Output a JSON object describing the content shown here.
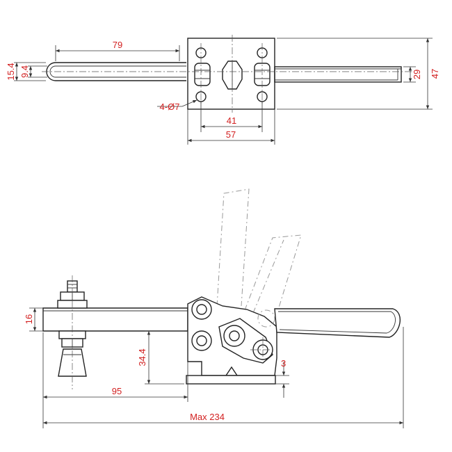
{
  "colors": {
    "dimension_text": "#d21f1f",
    "line": "#222222",
    "ghost_line": "#999999"
  },
  "top_view": {
    "handle_length": "79",
    "grip_outer_height": "15.4",
    "grip_inner_height": "9.4",
    "hole_callout": "4-Ø7",
    "hole_spacing_x": "41",
    "base_width": "57",
    "spindle_width": "29",
    "base_height": "47"
  },
  "side_view": {
    "arm_thickness": "16",
    "pivot_height": "34.4",
    "base_thickness": "3",
    "spindle_reach": "95",
    "overall_length": "Max 234"
  }
}
